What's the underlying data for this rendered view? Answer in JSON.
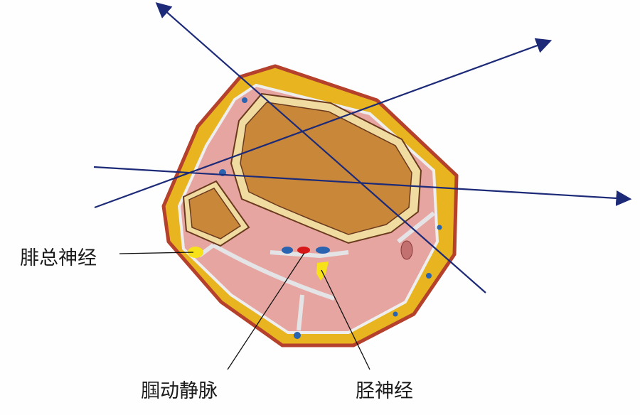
{
  "labels": {
    "common_peroneal_nerve": "腓总神经",
    "popliteal_vessels": "腘动静脉",
    "tibial_nerve": "胫神经"
  },
  "colors": {
    "skin": "#b5402c",
    "fat": "#e8b420",
    "bone_marrow": "#c9873a",
    "cortex": "#f0dca0",
    "muscle": "#e6a5a0",
    "fascia": "#e4e4e6",
    "artery": "#d81818",
    "vein": "#2a63b0",
    "nerve": "#f7e21a",
    "arrow": "#1c2a78"
  }
}
